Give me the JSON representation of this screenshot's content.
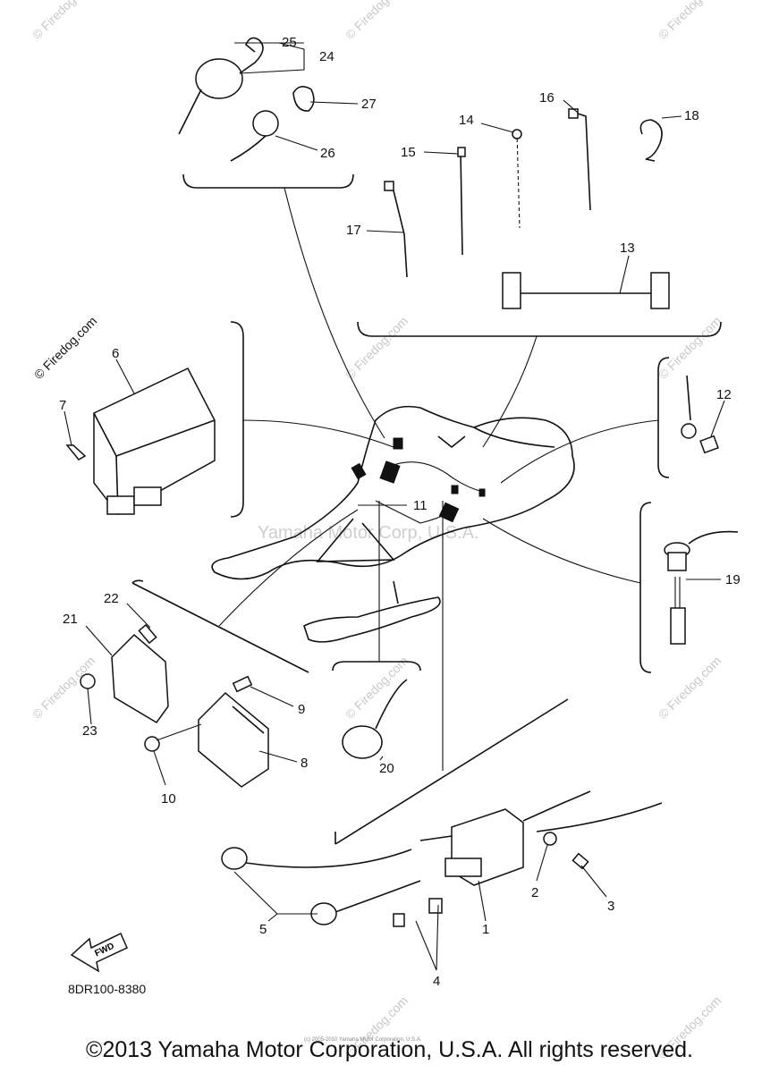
{
  "watermark": "© Firedog.com",
  "center_watermark": "Yamaha Motor Corp, U.S.A.",
  "fwd_label": "FWD",
  "reference_code": "8DR100-8380",
  "small_copyright": "(c) 2005-2010 Yamaha Motor Corporation, U.S.A.",
  "footer_copyright": "©2013 Yamaha Motor Corporation, U.S.A. All rights reserved.",
  "callouts": {
    "c1": "1",
    "c2": "2",
    "c3": "3",
    "c4": "4",
    "c5": "5",
    "c6": "6",
    "c7": "7",
    "c8": "8",
    "c9": "9",
    "c10": "10",
    "c11": "11",
    "c12": "12",
    "c13": "13",
    "c14": "14",
    "c15": "15",
    "c16": "16",
    "c17": "17",
    "c18": "18",
    "c19": "19",
    "c20": "20",
    "c21": "21",
    "c22": "22",
    "c23": "23",
    "c24": "24",
    "c25": "25",
    "c26": "26",
    "c27": "27"
  }
}
